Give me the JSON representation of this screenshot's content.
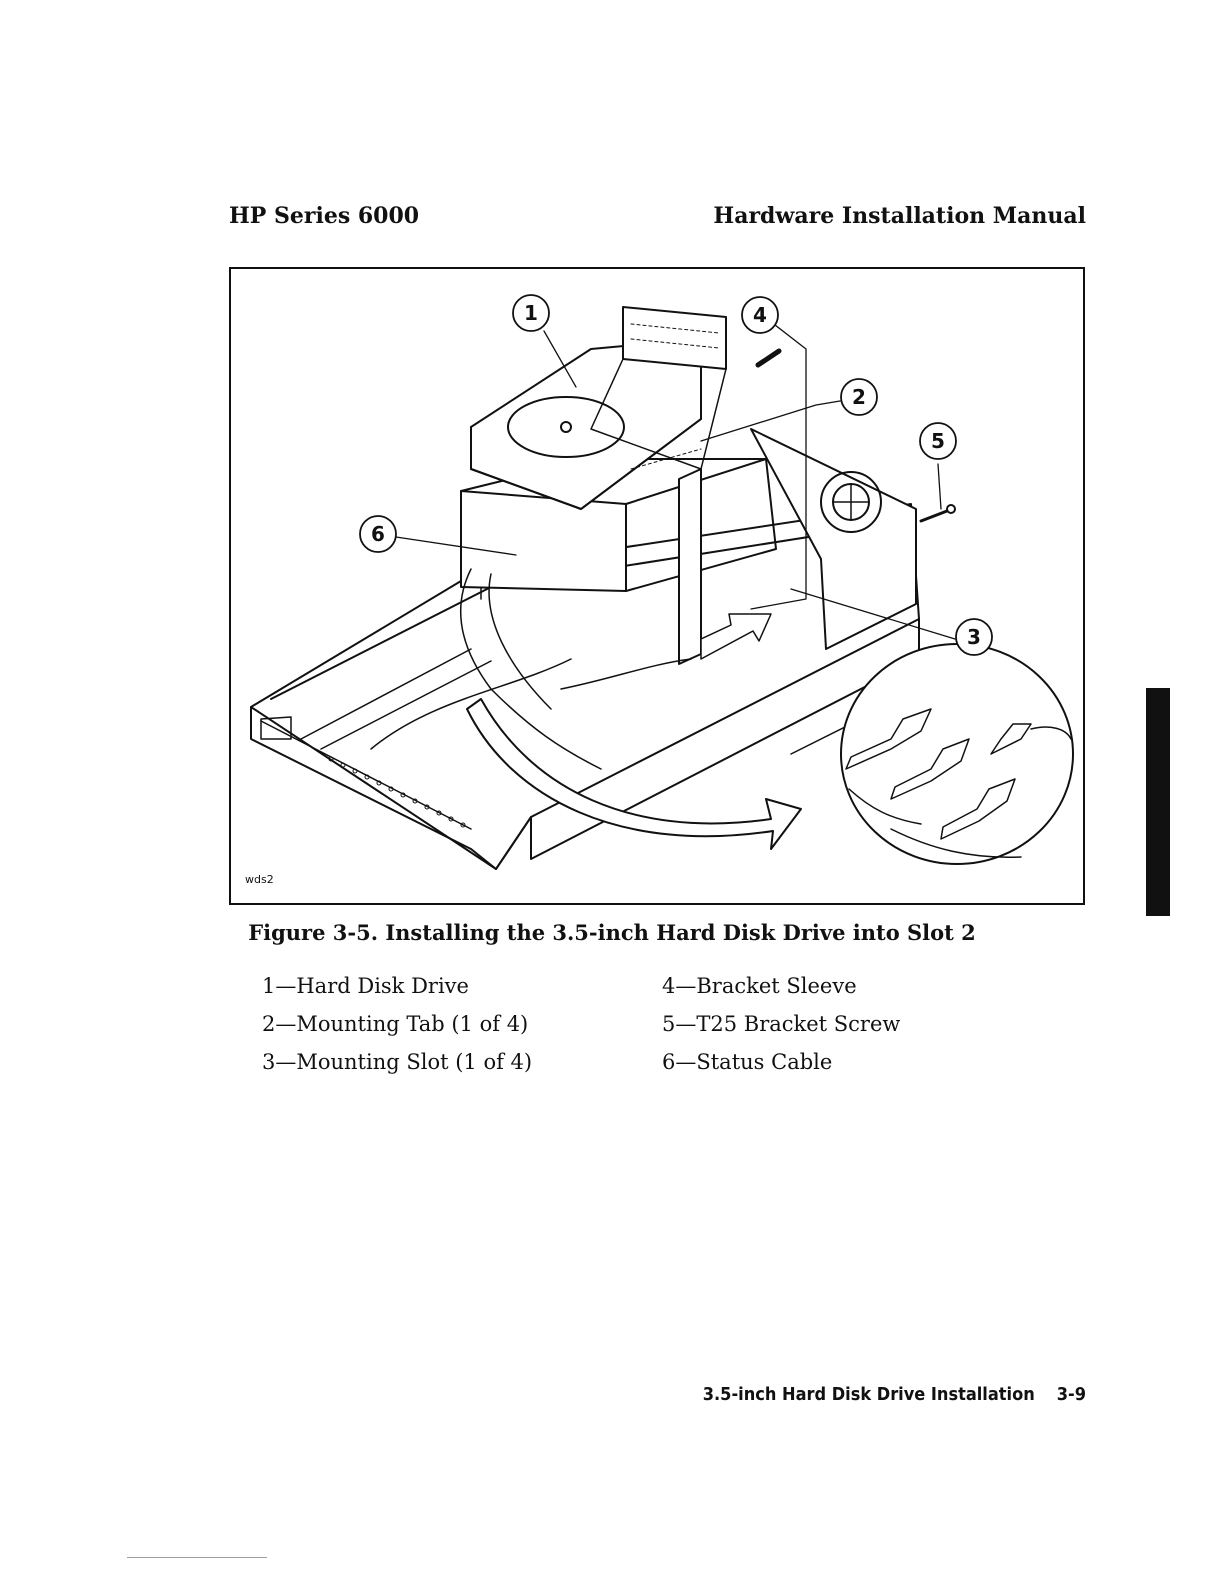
{
  "header": {
    "left": "HP Series 6000",
    "right": "Hardware Installation Manual"
  },
  "figure": {
    "callouts": [
      "1",
      "2",
      "3",
      "4",
      "5",
      "6"
    ],
    "id_label": "wds2",
    "caption": "Figure 3-5. Installing the 3.5-inch Hard Disk Drive into Slot 2"
  },
  "legend": [
    "1—Hard Disk Drive",
    "2—Mounting Tab (1 of 4)",
    "3—Mounting Slot (1 of 4)",
    "4—Bracket Sleeve",
    "5—T25 Bracket Screw",
    "6—Status Cable"
  ],
  "footer": {
    "section": "3.5-inch Hard Disk Drive Installation",
    "page": "3-9"
  }
}
